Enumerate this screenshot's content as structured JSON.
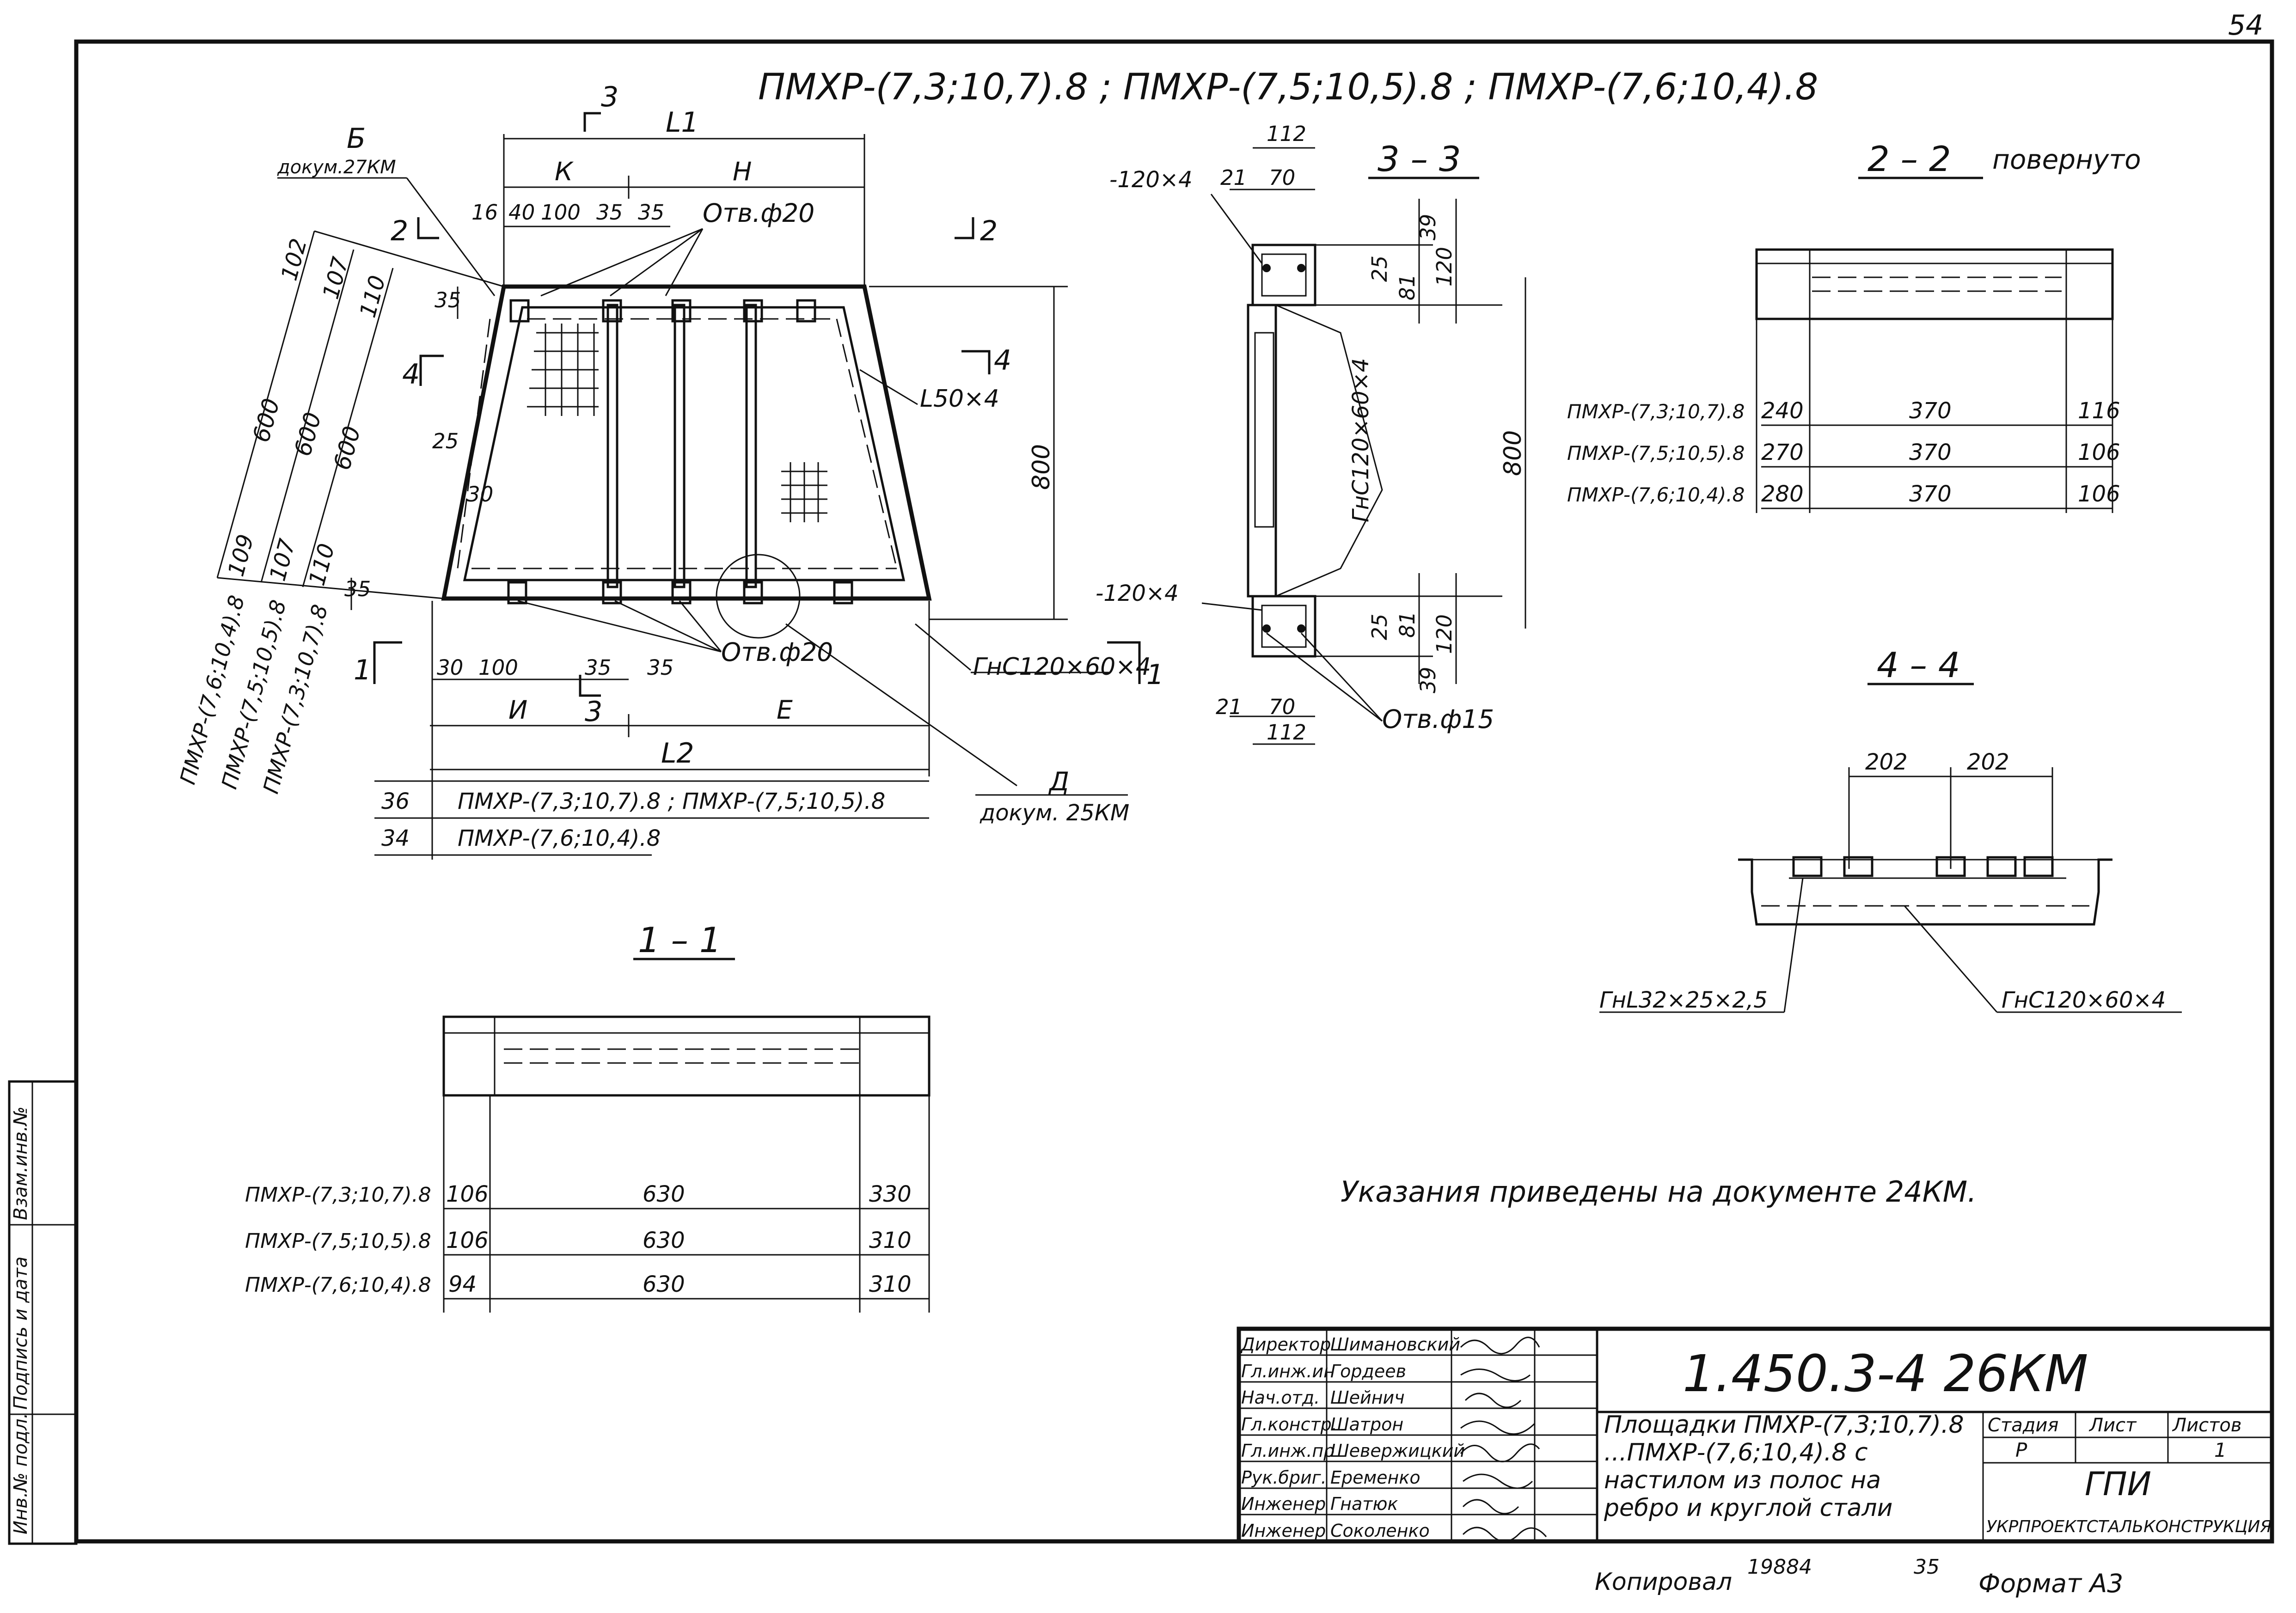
{
  "corner_mark": "54",
  "header_title": "ПМХР-(7,3;10,7).8 ; ПМХР-(7,5;10,5).8 ; ПМХР-(7,6;10,4).8",
  "plan": {
    "sec3_mark": "3",
    "sec2_left_mark": "2",
    "sec2_right_mark": "2",
    "sec4_left_mark": "4",
    "sec4_right_mark": "4",
    "sec1_left_mark": "1",
    "sec1_right_mark": "1",
    "sec3_bottom_mark": "3",
    "detail_b_letter": "Б",
    "detail_b_doc": "докум.27КМ",
    "detail_a_letter": "Д",
    "detail_a_doc": "докум. 25КМ",
    "dim_L1": "L1",
    "dim_K": "К",
    "dim_H": "Н",
    "dim_16": "16",
    "dim_40": "40",
    "dim_100_top": "100",
    "dim_35_top1": "35",
    "dim_35_top2": "35",
    "hole_top": "Отв.ф20",
    "hole_bottom": "Отв.ф20",
    "angle_label": "L50×4",
    "channel_label": "ГнС120×60×4",
    "dim_800": "800",
    "dim_35_left_top": "35",
    "dim_35_left_bot": "35",
    "dim_25": "25",
    "dim_30": "30",
    "dim_102": "102",
    "dim_107_top": "107",
    "dim_110_top": "110",
    "dim_600_a": "600",
    "dim_600_b": "600",
    "dim_600_c": "600",
    "dim_109": "109",
    "dim_107_bot": "107",
    "dim_110_bot": "110",
    "slant_1": "ПМХР-(7,6;10,4).8",
    "slant_2": "ПМХР-(7,5;10,5).8",
    "slant_3": "ПМХР-(7,3;10,7).8",
    "dim_30_bot": "30",
    "dim_100_bot": "100",
    "dim_35_bot1": "35",
    "dim_35_bot2": "35",
    "dim_I": "И",
    "dim_E": "Е",
    "dim_L2": "L2",
    "l2_rows": [
      {
        "value": "36",
        "label": "ПМХР-(7,3;10,7).8 ; ПМХР-(7,5;10,5).8"
      },
      {
        "value": "34",
        "label": "ПМХР-(7,6;10,4).8"
      }
    ]
  },
  "section_3_3": {
    "title": "3 – 3",
    "plate_top": "-120×4",
    "plate_bottom": "-120×4",
    "dim_112_top": "112",
    "dim_21_top": "21",
    "dim_70_top": "70",
    "dim_39_top": "39",
    "dim_25_top": "25",
    "dim_81_top": "81",
    "dim_120_top": "120",
    "dim_800": "800",
    "channel_vertical": "ГнС120×60×4",
    "dim_25_bot": "25",
    "dim_81_bot": "81",
    "dim_120_bot": "120",
    "dim_39_bot": "39",
    "dim_21_bot": "21",
    "dim_70_bot": "70",
    "dim_112_bot": "112",
    "hole": "Отв.ф15"
  },
  "section_2_2": {
    "title": "2 – 2",
    "subtitle": "повернуто",
    "rows": [
      {
        "label": "ПМХР-(7,3;10,7).8",
        "left": "240",
        "mid": "370",
        "right": "116"
      },
      {
        "label": "ПМХР-(7,5;10,5).8",
        "left": "270",
        "mid": "370",
        "right": "106"
      },
      {
        "label": "ПМХР-(7,6;10,4).8",
        "left": "280",
        "mid": "370",
        "right": "106"
      }
    ]
  },
  "section_4_4": {
    "title": "4 – 4",
    "dim_202_a": "202",
    "dim_202_b": "202",
    "angle": "ГнL32×25×2,5",
    "channel": "ГнС120×60×4"
  },
  "section_1_1": {
    "title": "1 – 1",
    "rows": [
      {
        "label": "ПМХР-(7,3;10,7).8",
        "left": "106",
        "mid": "630",
        "right": "330"
      },
      {
        "label": "ПМХР-(7,5;10,5).8",
        "left": "106",
        "mid": "630",
        "right": "310"
      },
      {
        "label": "ПМХР-(7,6;10,4).8",
        "left": "94",
        "mid": "630",
        "right": "310"
      }
    ]
  },
  "note": "Указания приведены на документе 24КМ.",
  "side_stamp": {
    "col1": "Инв.№ подл.",
    "col2": "Подпись и дата",
    "col3": "Взам.инв.№"
  },
  "title_block": {
    "roles": [
      {
        "role": "Директор",
        "name": "Шимановский"
      },
      {
        "role": "Гл.инж.ин",
        "name": "Гордеев"
      },
      {
        "role": "Нач.отд.",
        "name": "Шейнич"
      },
      {
        "role": "Гл.констр.",
        "name": "Шатрон"
      },
      {
        "role": "Гл.инж.пр",
        "name": "Шевержицкий"
      },
      {
        "role": "Рук.бриг.",
        "name": "Еременко"
      },
      {
        "role": "Инженер",
        "name": "Гнатюк"
      },
      {
        "role": "Инженер",
        "name": "Соколенко"
      }
    ],
    "doc_code": "1.450.3-4 26КМ",
    "description_lines": [
      "Площадки ПМХР-(7,3;10,7).8",
      "...ПМХР-(7,6;10,4).8 с",
      "настилом из полос на",
      "ребро и круглой стали"
    ],
    "stage_header": "Стадия",
    "sheet_header": "Лист",
    "sheets_header": "Листов",
    "stage_value": "Р",
    "sheets_value": "1",
    "org_short": "ГПИ",
    "org_full": "УКРПРОЕКТСТАЛЬКОНСТРУКЦИЯ"
  },
  "footer": {
    "copied": "Копировал",
    "number": "19884",
    "page": "35",
    "format": "Формат А3"
  }
}
